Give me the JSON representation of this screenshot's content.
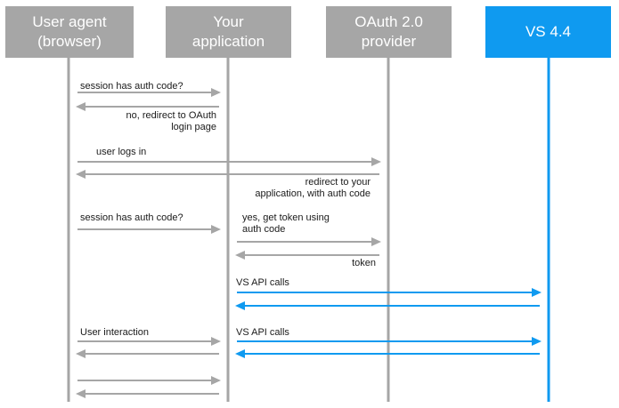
{
  "colors": {
    "gray": "#a6a6a6",
    "blue": "#0f9af0",
    "text": "#1a1a1a",
    "header_text": "#ffffff"
  },
  "participants": [
    {
      "id": "user",
      "lines": [
        "User agent",
        "(browser)"
      ],
      "color": "#a6a6a6"
    },
    {
      "id": "app",
      "lines": [
        "Your",
        "application"
      ],
      "color": "#a6a6a6"
    },
    {
      "id": "oauth",
      "lines": [
        "OAuth 2.0",
        "provider"
      ],
      "color": "#a6a6a6"
    },
    {
      "id": "vs",
      "lines": [
        "VS 4.4"
      ],
      "color": "#0f9af0"
    }
  ],
  "messages": [
    {
      "from": "user",
      "to": "app",
      "color": "gray",
      "label": [
        "session has auth code?"
      ]
    },
    {
      "from": "app",
      "to": "user",
      "color": "gray",
      "label": [
        "no, redirect to OAuth",
        "login page"
      ]
    },
    {
      "from": "user",
      "to": "oauth",
      "color": "gray",
      "label": [
        "user logs in"
      ]
    },
    {
      "from": "oauth",
      "to": "user",
      "color": "gray",
      "label": [
        "redirect to your",
        "application, with auth code"
      ]
    },
    {
      "from": "user",
      "to": "app",
      "color": "gray",
      "label": [
        "session has auth code?"
      ]
    },
    {
      "from": "app",
      "to": "oauth",
      "color": "gray",
      "label": [
        "yes, get token using",
        "auth code"
      ]
    },
    {
      "from": "oauth",
      "to": "app",
      "color": "gray",
      "label": [
        "token"
      ]
    },
    {
      "from": "app",
      "to": "vs",
      "color": "blue",
      "label": [
        "VS API calls"
      ]
    },
    {
      "from": "vs",
      "to": "app",
      "color": "blue",
      "label": []
    },
    {
      "from": "user",
      "to": "app",
      "color": "gray",
      "label": [
        "User interaction"
      ]
    },
    {
      "from": "app",
      "to": "vs",
      "color": "blue",
      "label": [
        "VS API calls"
      ]
    },
    {
      "from": "vs",
      "to": "app",
      "color": "blue",
      "label": []
    },
    {
      "from": "app",
      "to": "user",
      "color": "gray",
      "label": []
    },
    {
      "from": "user",
      "to": "app",
      "color": "gray",
      "label": []
    },
    {
      "from": "app",
      "to": "user",
      "color": "gray",
      "label": []
    }
  ]
}
